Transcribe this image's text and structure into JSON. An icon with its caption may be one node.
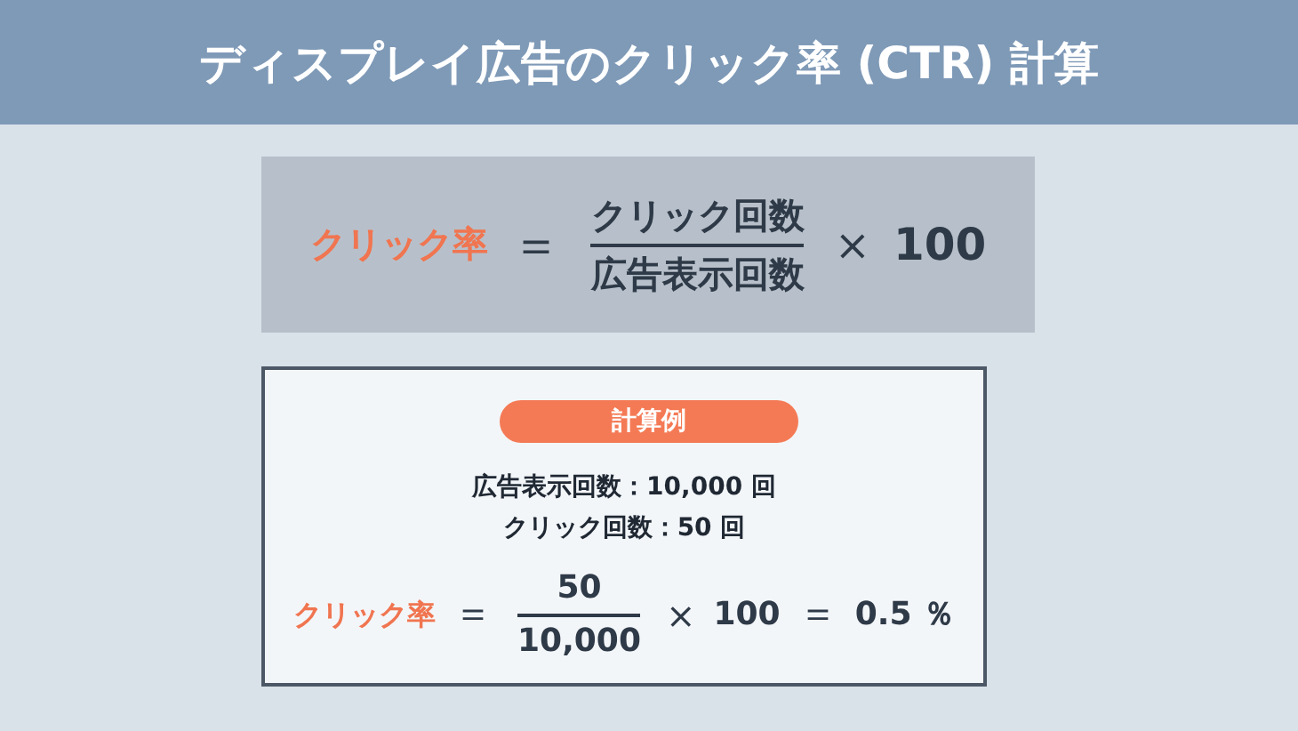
{
  "diagram": {
    "title": "ディスプレイ広告のクリック率 (CTR) 計算",
    "nodes": [
      {
        "text": [
          "クリック率",
          "＝",
          "クリック回数",
          "広告表示回数",
          "×",
          "100"
        ]
      },
      {
        "text": [
          "広告表示回数：10,000 回",
          "クリック回数：50 回",
          "クリック率",
          "＝",
          "50",
          "10,000",
          "×",
          "100",
          "＝",
          "0.5 ％"
        ]
      },
      {
        "text": [
          "計算例"
        ],
        "in": 1
      }
    ],
    "edges": []
  }
}
